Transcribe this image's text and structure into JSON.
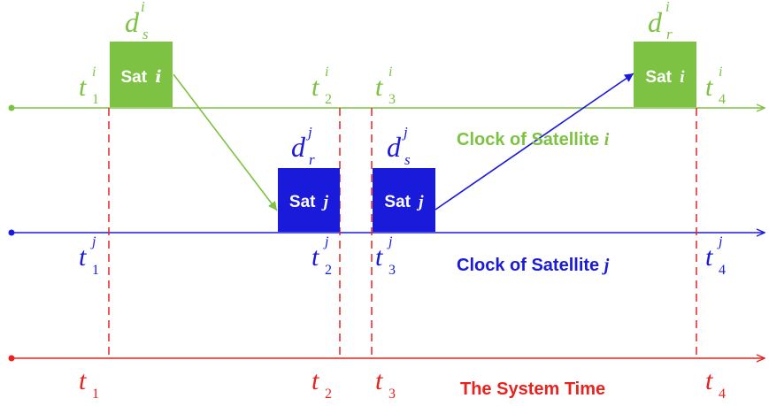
{
  "colors": {
    "satellite_i": "#7dc242",
    "satellite_j": "#1a1adb",
    "system": "#e8231f",
    "box_text": "#ffffff"
  },
  "boxes": {
    "sat_i_send": {
      "word": "Sat",
      "var": "i"
    },
    "sat_j_recv": {
      "word": "Sat",
      "var": "j"
    },
    "sat_j_send": {
      "word": "Sat",
      "var": "j"
    },
    "sat_i_recv": {
      "word": "Sat",
      "var": "i"
    }
  },
  "delays": {
    "d_s_i": {
      "base": "d",
      "sub": "s",
      "sup": "i"
    },
    "d_r_j": {
      "base": "d",
      "sub": "r",
      "sup": "j"
    },
    "d_s_j": {
      "base": "d",
      "sub": "s",
      "sup": "j"
    },
    "d_r_i": {
      "base": "d",
      "sub": "r",
      "sup": "i"
    }
  },
  "timestamps_i": [
    {
      "base": "t",
      "sub": "1",
      "sup": "i"
    },
    {
      "base": "t",
      "sub": "2",
      "sup": "i"
    },
    {
      "base": "t",
      "sub": "3",
      "sup": "i"
    },
    {
      "base": "t",
      "sub": "4",
      "sup": "i"
    }
  ],
  "timestamps_j": [
    {
      "base": "t",
      "sub": "1",
      "sup": "j"
    },
    {
      "base": "t",
      "sub": "2",
      "sup": "j"
    },
    {
      "base": "t",
      "sub": "3",
      "sup": "j"
    },
    {
      "base": "t",
      "sub": "4",
      "sup": "j"
    }
  ],
  "timestamps_system": [
    {
      "base": "t",
      "sub": "1"
    },
    {
      "base": "t",
      "sub": "2"
    },
    {
      "base": "t",
      "sub": "3"
    },
    {
      "base": "t",
      "sub": "4"
    }
  ],
  "axis_labels": {
    "clock_i": {
      "text": "Clock of Satellite ",
      "var": "i"
    },
    "clock_j": {
      "text": "Clock of Satellite ",
      "var": "j"
    },
    "system": {
      "text": "The System Time"
    }
  }
}
